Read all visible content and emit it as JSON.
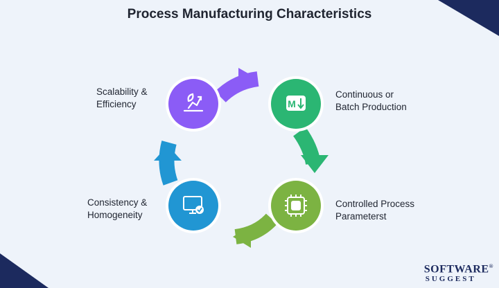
{
  "title": "Process Manufacturing Characteristics",
  "steps": [
    {
      "label_line1": "Scalability &",
      "label_line2": "Efficiency",
      "icon": "growth-icon",
      "color": "#8b5cf6"
    },
    {
      "label_line1": "Continuous or",
      "label_line2": "Batch Production",
      "icon": "sort-icon",
      "color": "#2bb673"
    },
    {
      "label_line1": "Controlled Process",
      "label_line2": "Parameterst",
      "icon": "chip-icon",
      "color": "#7cb342"
    },
    {
      "label_line1": "Consistency &",
      "label_line2": "Homogeneity",
      "icon": "monitor-check-icon",
      "color": "#2196d3"
    }
  ],
  "brand": {
    "line1": "SOFTWARE",
    "line2": "SUGGEST",
    "mark": "®"
  },
  "colors": {
    "purple": "#8b5cf6",
    "green": "#2bb673",
    "lime": "#7cb342",
    "blue": "#2196d3",
    "navy": "#1c2a5e"
  }
}
